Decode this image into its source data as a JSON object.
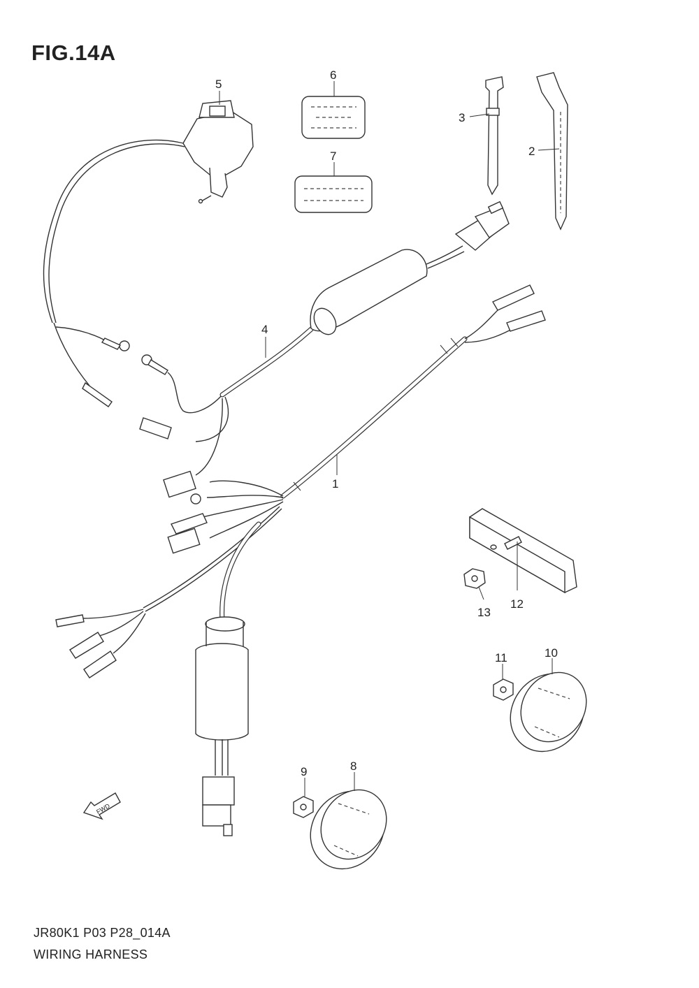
{
  "figure": {
    "title": "FIG.14A",
    "code": "JR80K1 P03 P28_014A",
    "name": "WIRING HARNESS"
  },
  "parts": [
    {
      "ref": "1"
    },
    {
      "ref": "2"
    },
    {
      "ref": "3"
    },
    {
      "ref": "4"
    },
    {
      "ref": "5"
    },
    {
      "ref": "6"
    },
    {
      "ref": "7"
    },
    {
      "ref": "8"
    },
    {
      "ref": "9"
    },
    {
      "ref": "10"
    },
    {
      "ref": "11"
    },
    {
      "ref": "12"
    },
    {
      "ref": "13"
    }
  ],
  "direction_arrow": {
    "label": "FWD"
  }
}
